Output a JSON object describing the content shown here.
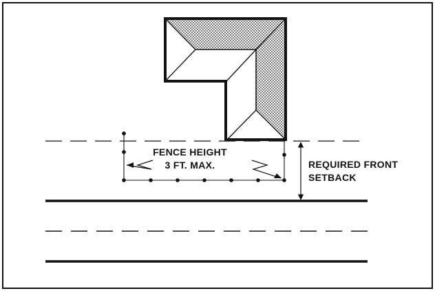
{
  "labels": {
    "fence_height_line1": "FENCE HEIGHT",
    "fence_height_line2": "3 FT. MAX.",
    "setback_line1": "REQUIRED FRONT",
    "setback_line2": "SETBACK"
  },
  "colors": {
    "ink": "#111111",
    "background": "#ffffff"
  }
}
